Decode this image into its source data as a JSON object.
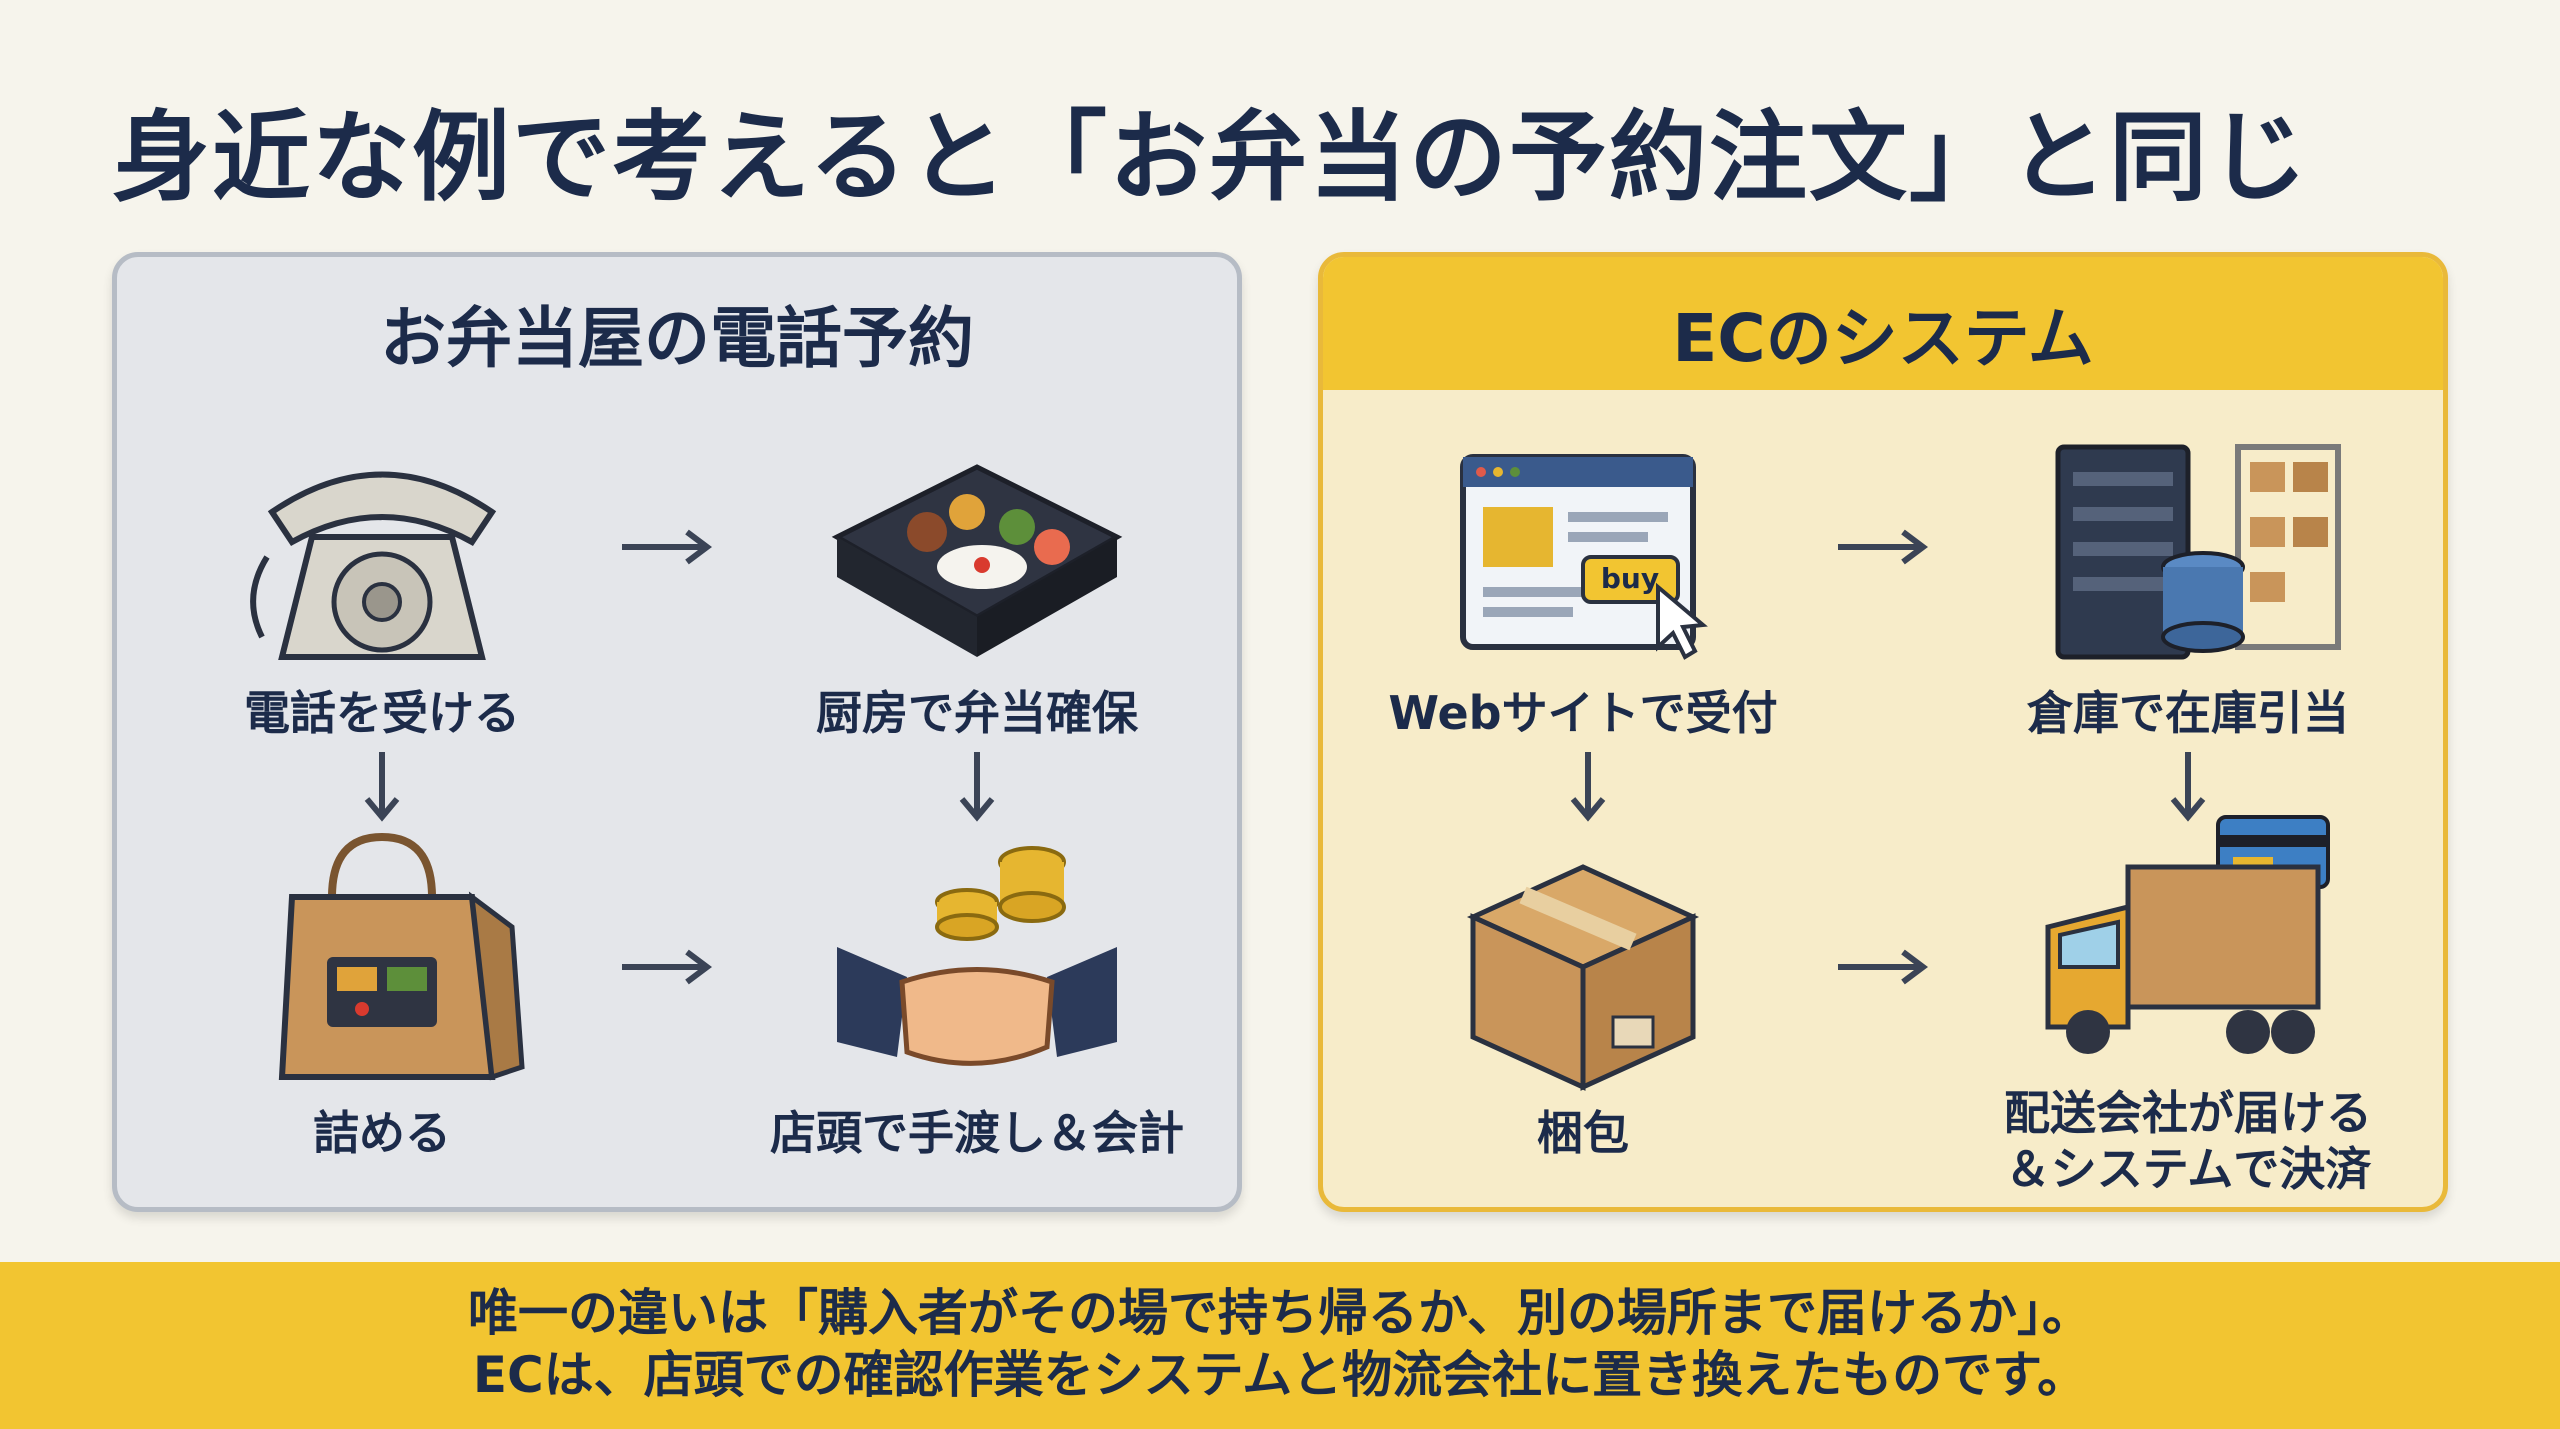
{
  "title": "身近な例で考えると「お弁当の予約注文」と同じ",
  "left_panel": {
    "title": "お弁当屋の電話予約",
    "steps": [
      {
        "label": "電話を受ける",
        "icon": "telephone-icon"
      },
      {
        "label": "厨房で弁当確保",
        "icon": "bento-box-icon"
      },
      {
        "label": "詰める",
        "icon": "shopping-bag-icon"
      },
      {
        "label": "店頭で手渡し＆会計",
        "icon": "handshake-icon"
      }
    ]
  },
  "right_panel": {
    "title": "ECのシステム",
    "steps": [
      {
        "label": "Webサイトで受付",
        "icon": "web-browser-icon",
        "button_text": "buy"
      },
      {
        "label": "倉庫で在庫引当",
        "icon": "server-warehouse-icon"
      },
      {
        "label": "梱包",
        "icon": "cardboard-box-icon"
      },
      {
        "label_line1": "配送会社が届ける",
        "label_line2": "＆システムで決済",
        "icon": "delivery-truck-icon"
      }
    ]
  },
  "footer": {
    "line1": "唯一の違いは「購入者がその場で持ち帰るか、別の場所まで届けるか」。",
    "line2": "ECは、店頭での確認作業をシステムと物流会社に置き換えたものです。"
  },
  "colors": {
    "accent_yellow": "#f2c531",
    "navy_text": "#1c2b4a",
    "left_panel_bg": "#e4e6ea",
    "right_panel_bg": "#f7ecc9"
  }
}
